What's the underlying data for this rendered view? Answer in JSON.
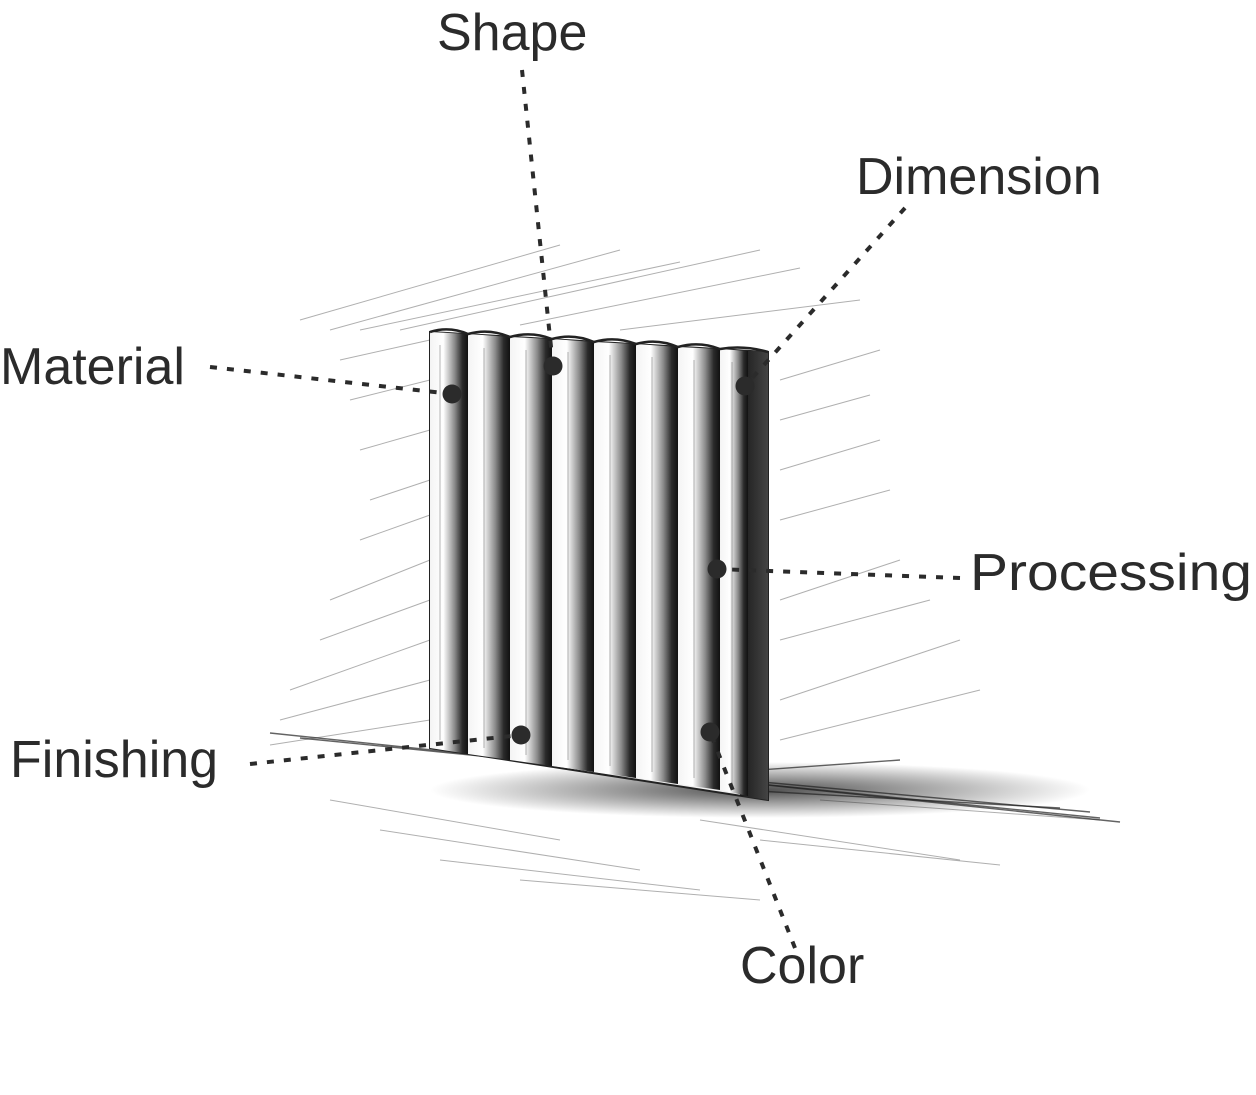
{
  "labels": {
    "shape": "Shape",
    "dimension": "Dimension",
    "material": "Material",
    "processing": "Processing",
    "finishing": "Finishing",
    "color": "Color"
  },
  "colors": {
    "ink": "#2b2b2b",
    "background": "#ffffff"
  }
}
